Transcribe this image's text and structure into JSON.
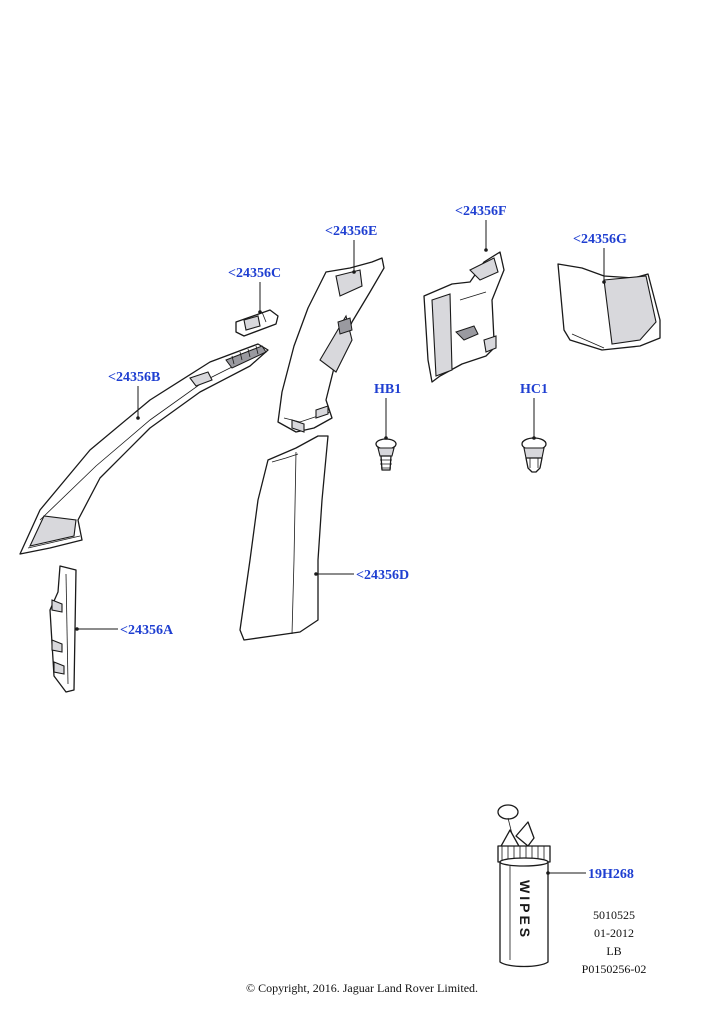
{
  "callouts": {
    "a": "<24356A",
    "b": "<24356B",
    "c": "<24356C",
    "d": "<24356D",
    "e": "<24356E",
    "f": "<24356F",
    "g": "<24356G",
    "hb1": "HB1",
    "hc1": "HC1",
    "wipes_part": "19H268"
  },
  "wipes_text": "WIPES",
  "reference": {
    "line1": "5010525",
    "line2": "01-2012",
    "line3": "LB",
    "line4": "P0150256-02"
  },
  "copyright": "© Copyright, 2016. Jaguar Land Rover Limited.",
  "colors": {
    "callout": "#1f3fd1",
    "line": "#1a1a1a",
    "shade": "#d8d8dc"
  }
}
